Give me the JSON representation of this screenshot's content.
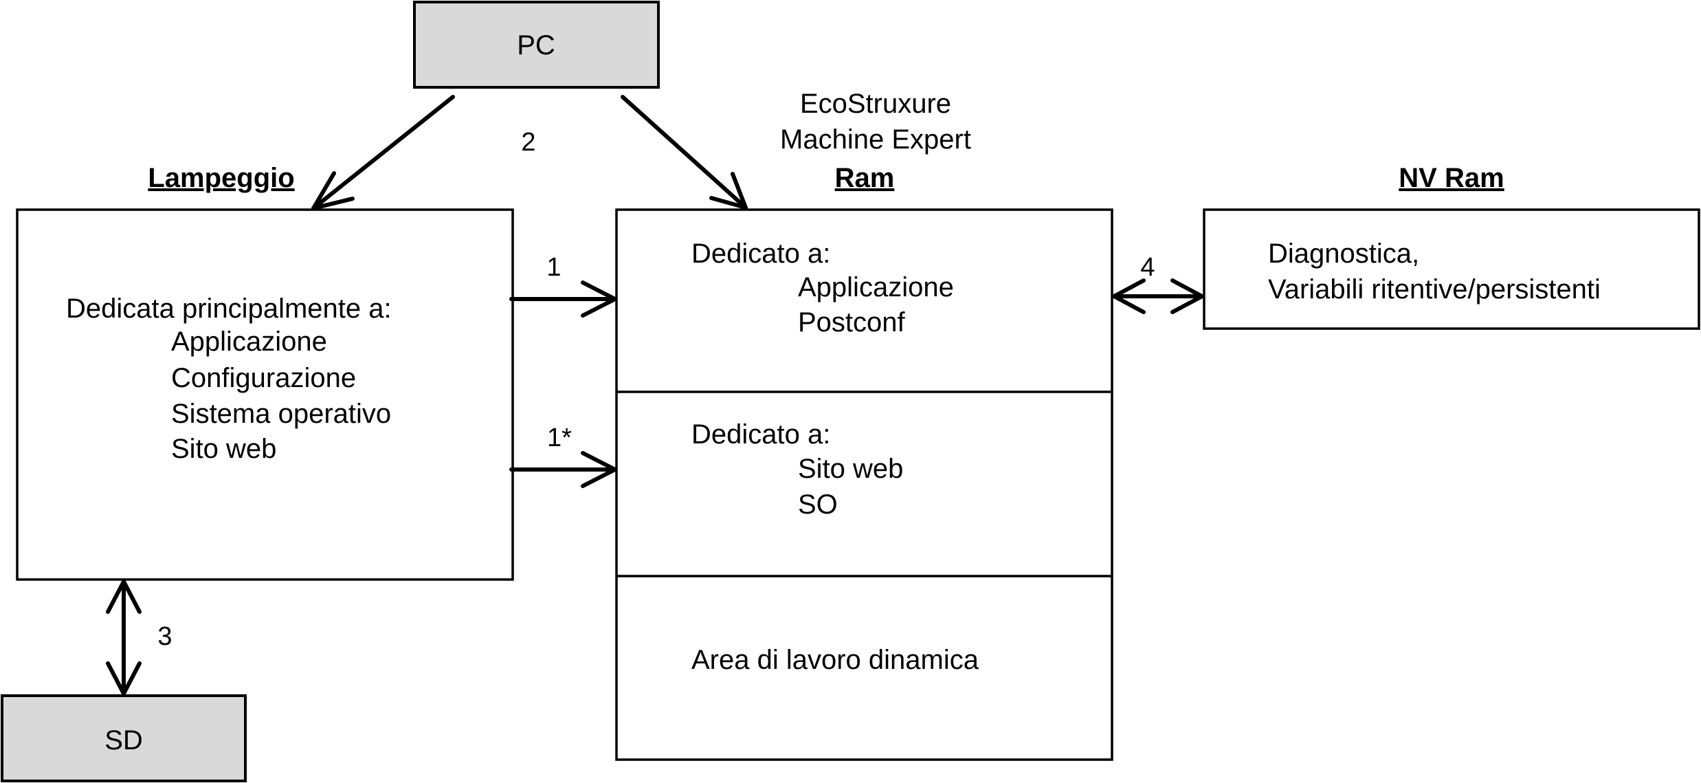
{
  "diagram": {
    "title_lines": [
      "EcoStruxure",
      "Machine Expert"
    ],
    "nodes": {
      "pc": {
        "label": "PC",
        "fill": "#d9d9d9"
      },
      "sd": {
        "label": "SD",
        "fill": "#d9d9d9"
      },
      "flash": {
        "heading": "Lampeggio",
        "intro": "Dedicata principalmente a:",
        "items": [
          "Applicazione",
          "Configurazione",
          "Sistema operativo",
          "Sito web"
        ]
      },
      "ram": {
        "heading": "Ram",
        "sections": [
          {
            "intro": "Dedicato a:",
            "items": [
              "Applicazione",
              "Postconf"
            ]
          },
          {
            "intro": "Dedicato a:",
            "items": [
              "Sito web",
              "SO"
            ]
          },
          {
            "intro": "Area di lavoro dinamica",
            "items": []
          }
        ]
      },
      "nvram": {
        "heading": "NV Ram",
        "lines": [
          "Diagnostica,",
          "Variabili ritentive/persistenti"
        ]
      }
    },
    "edges": [
      {
        "id": "pc-to-flash",
        "from": "PC",
        "to": "Lampeggio",
        "label": "2",
        "direction": "one-way"
      },
      {
        "id": "pc-to-ram",
        "from": "PC",
        "to": "Ram",
        "label": "",
        "direction": "one-way"
      },
      {
        "id": "flash-to-ram-1",
        "from": "Lampeggio",
        "to": "Ram (Applicazione, Postconf)",
        "label": "1",
        "direction": "one-way"
      },
      {
        "id": "flash-to-ram-1star",
        "from": "Lampeggio",
        "to": "Ram (Sito web, SO)",
        "label": "1*",
        "direction": "one-way"
      },
      {
        "id": "flash-sd",
        "from": "Lampeggio",
        "to": "SD",
        "label": "3",
        "direction": "two-way"
      },
      {
        "id": "ram-nvram",
        "from": "Ram",
        "to": "NV Ram",
        "label": "4",
        "direction": "two-way"
      }
    ],
    "colors": {
      "line": "#000000",
      "grey_fill": "#d9d9d9",
      "background": "#ffffff"
    }
  }
}
